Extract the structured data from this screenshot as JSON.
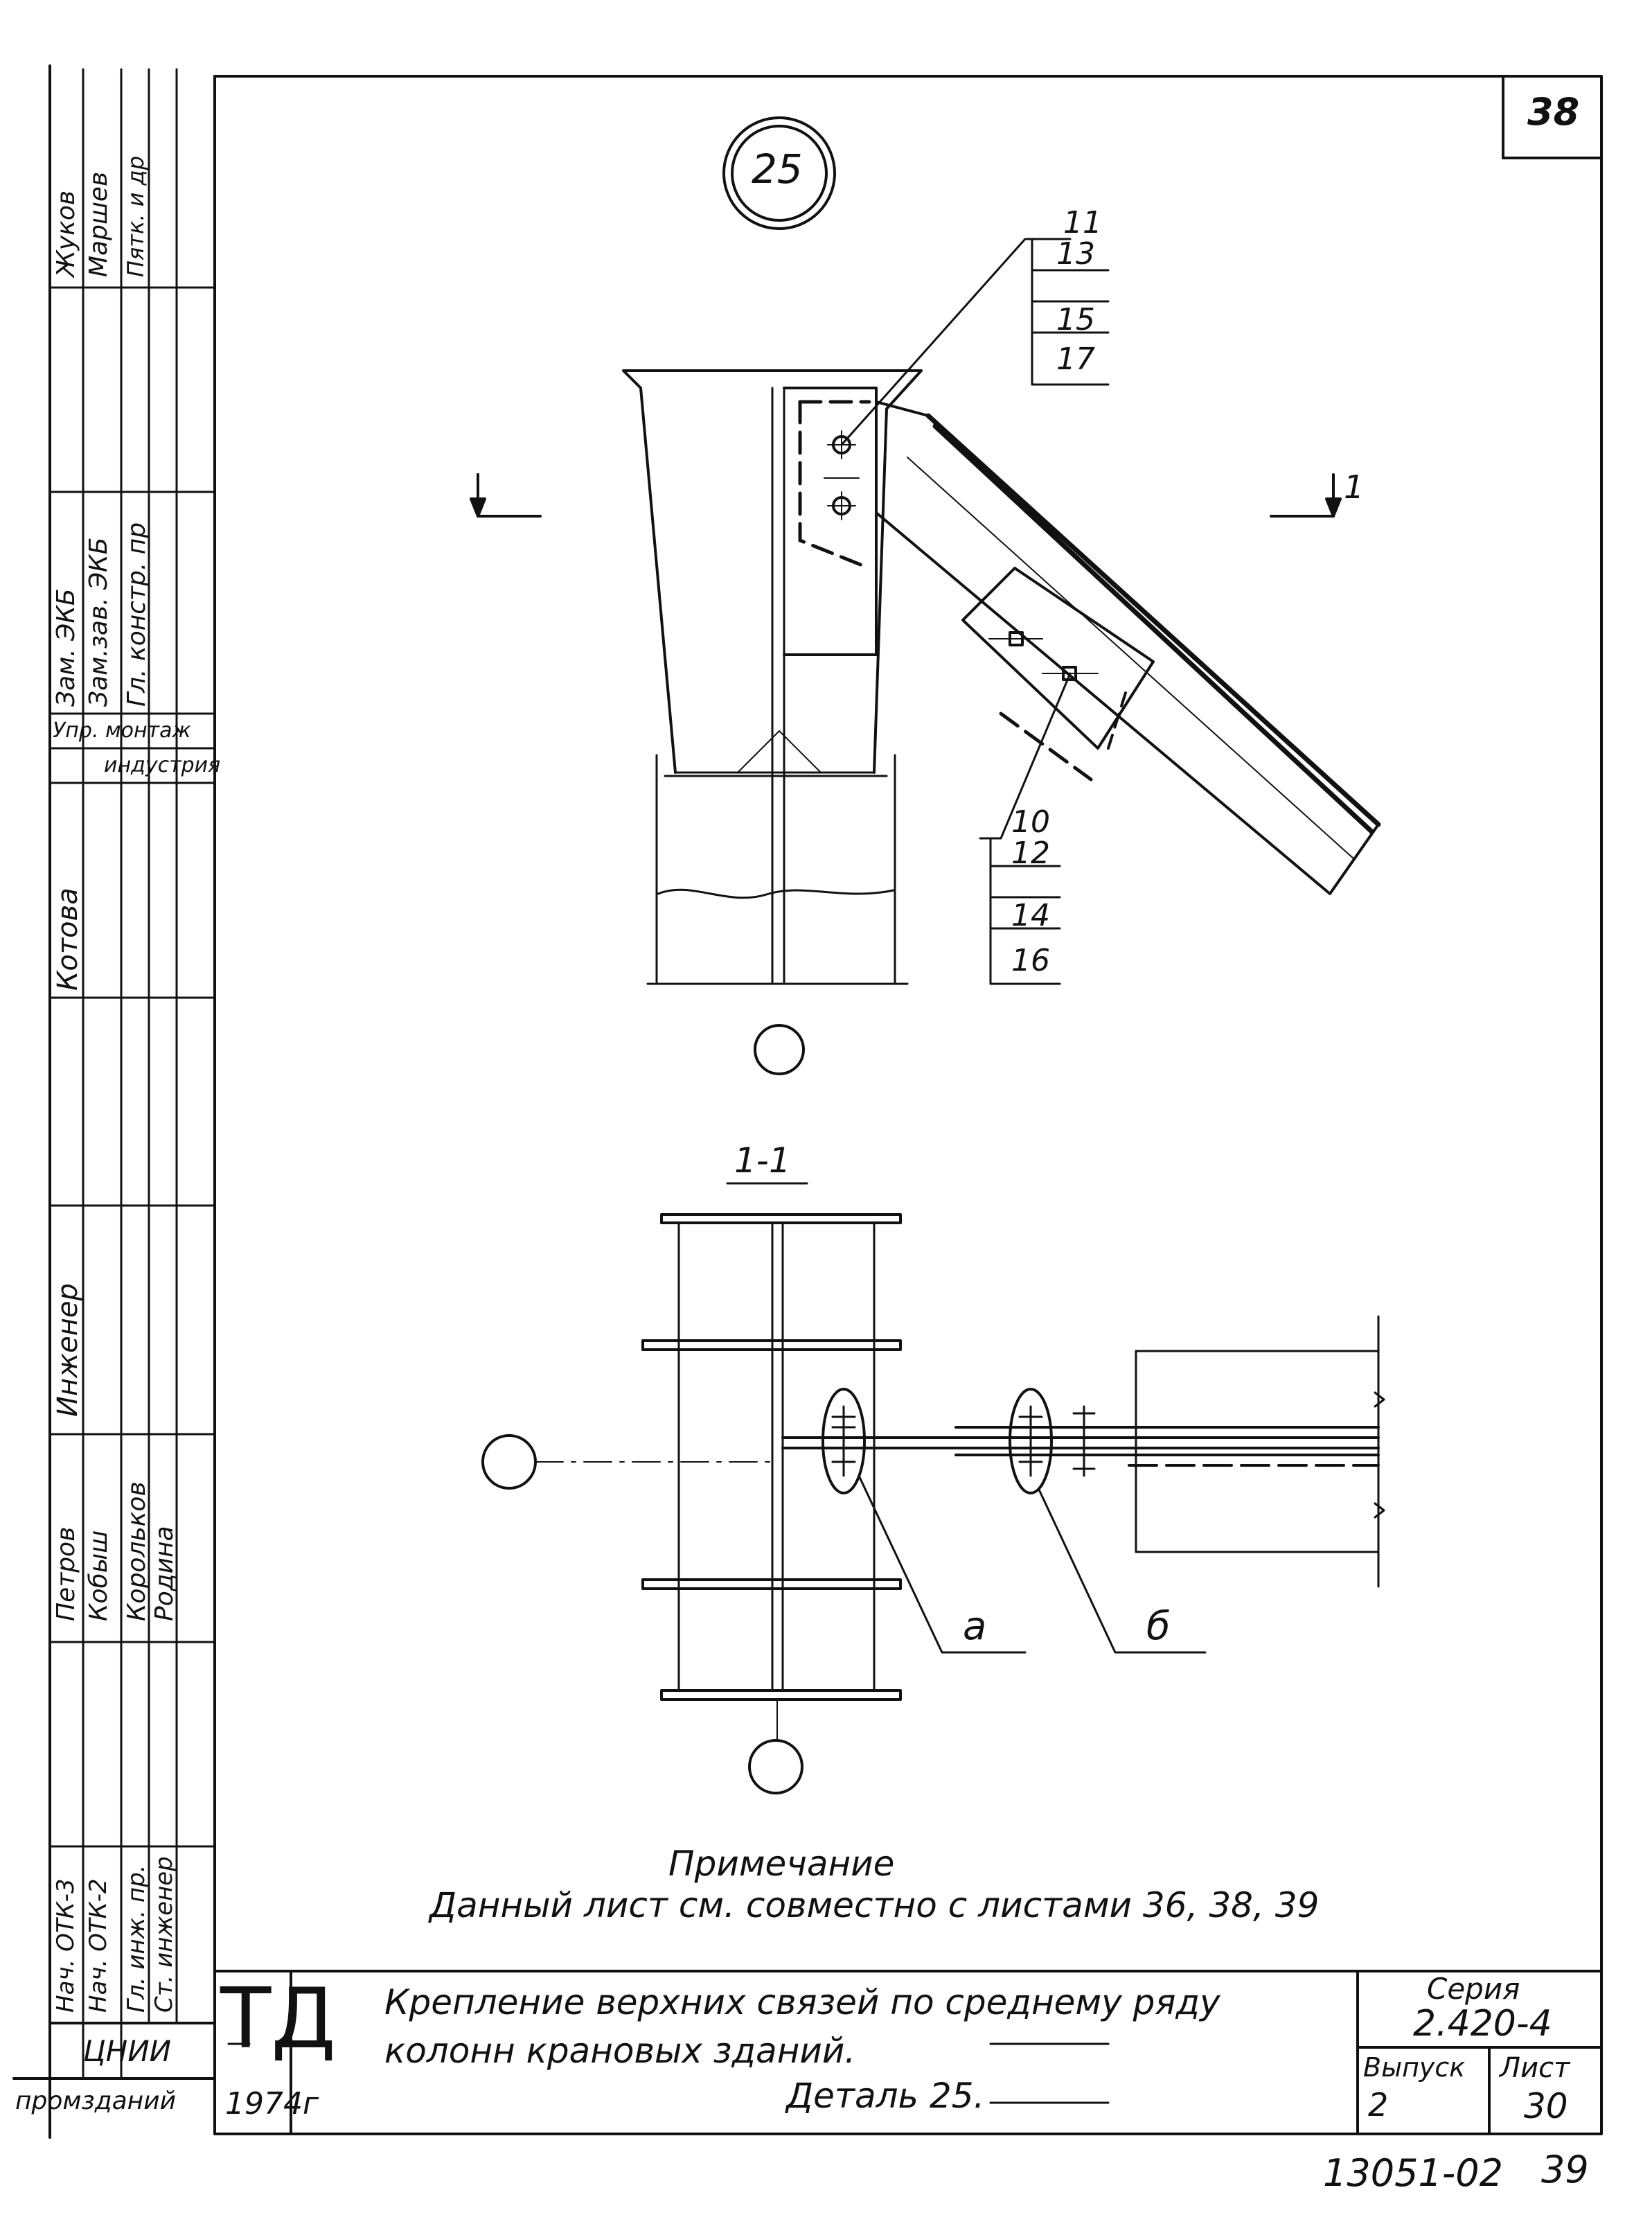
{
  "sheet": {
    "corner_sheet_number": "38",
    "detail_marker": "25",
    "section_marker": "1",
    "section_title": "1-1",
    "bottom_code": "13051-02",
    "bottom_page": "39"
  },
  "callouts": {
    "upper_positions": [
      "11",
      "13",
      "15",
      "17"
    ],
    "lower_positions": [
      "10",
      "12",
      "14",
      "16"
    ],
    "weld_a": "а",
    "weld_b": "б"
  },
  "note": {
    "heading": "Примечание",
    "text": "Данный лист см. совместно с листами 36, 38, 39"
  },
  "title_block": {
    "logo": "ТД",
    "organization": "ЦНИИ",
    "organization_sub": "промзданий",
    "year": "1974г",
    "title_line1": "Крепление верхних связей по среднему ряду",
    "title_line2": "колонн крановых зданий.",
    "title_line3": "Деталь 25.",
    "series_label": "Серия",
    "series_value": "2.420-4",
    "issue_label": "Выпуск",
    "issue_value": "2",
    "sheet_label": "Лист",
    "sheet_value": "30"
  },
  "signature_column": {
    "roles": [
      "Нач. ОТК-3",
      "Нач. ОТК-2",
      "Гл. инж. пр.",
      "Ст. инженер"
    ],
    "names": [
      "Петров",
      "Кобыш",
      "Корольков",
      "Родина"
    ],
    "inner_roles": [
      "Инженер"
    ],
    "inner_names": [
      "Котова"
    ],
    "dept_left": "Упр. монтаж",
    "dept_right": "индустрия",
    "upper_roles": [
      "Зам. ЭКБ",
      "Зам.зав. ЭКБ",
      "Гл. констр. пр"
    ],
    "upper_names": [
      "Жуков",
      "Маршев",
      "Пятк. и др"
    ]
  }
}
